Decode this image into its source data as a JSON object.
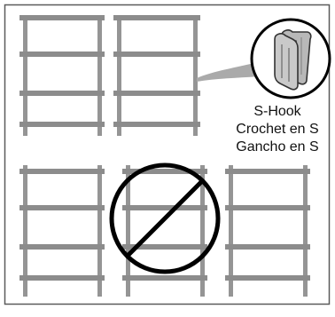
{
  "hook_callout": {
    "icon": "s-hook-icon",
    "labels": [
      "S-Hook",
      "Crochet en S",
      "Gancho en S"
    ]
  },
  "prohibited_icon": "no-symbol-icon",
  "colors": {
    "frame_border": "#5a5a5a",
    "shelf_gray": "#8c8c8c",
    "post_gray": "#959595",
    "symbol_black": "#000000"
  }
}
